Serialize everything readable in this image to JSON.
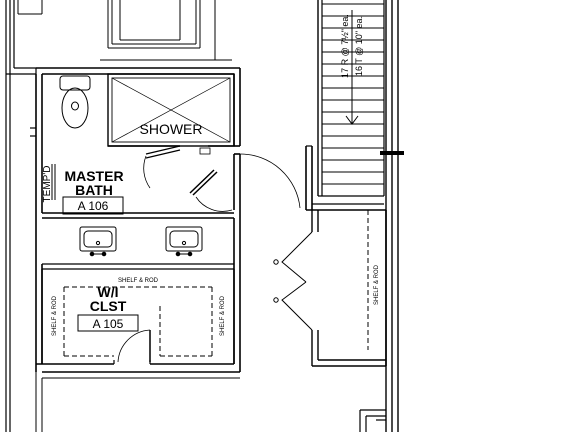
{
  "rooms": {
    "shower": "SHOWER",
    "master_bath_line1": "MASTER",
    "master_bath_line2": "BATH",
    "master_bath_tag": "A 106",
    "closet_line1": "W/I",
    "closet_line2": "CLST",
    "closet_tag": "A 105"
  },
  "notes": {
    "temp_glass": "TEMP'D",
    "shelf_rod_top": "SHELF & ROD",
    "shelf_rod_left": "SHELF & ROD",
    "shelf_rod_right": "SHELF & ROD",
    "shelf_rod_hall": "SHELF & ROD"
  },
  "stair": {
    "risers": "17 R @ 7½\" ea.",
    "treads": "16 T @ 10\" ea."
  }
}
